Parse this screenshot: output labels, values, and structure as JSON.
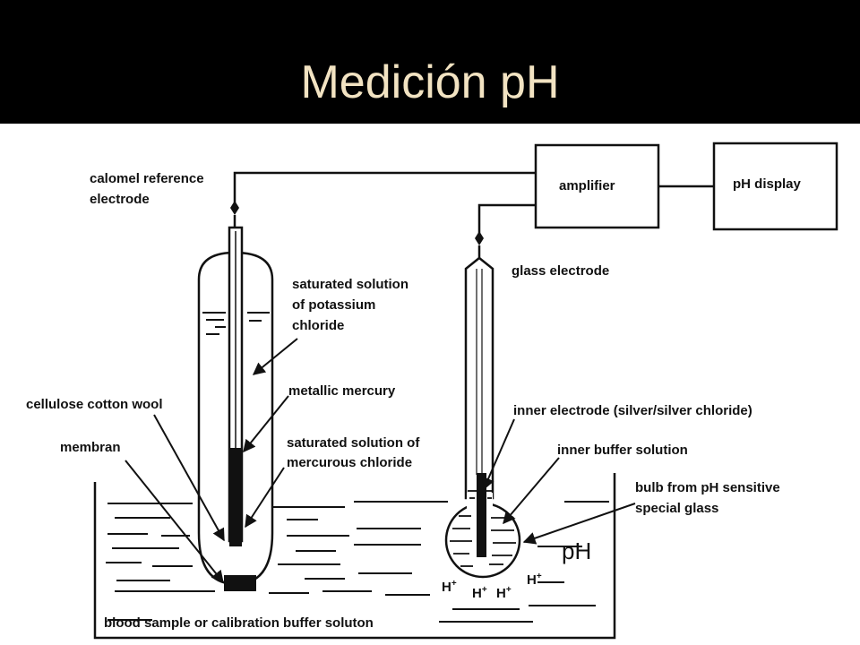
{
  "title": "Medición pH",
  "colors": {
    "title_text": "#f2e3c2",
    "title_bg": "#000000",
    "diagram_bg": "#ffffff",
    "ink": "#111111"
  },
  "labels": {
    "calomel_line1": "calomel reference",
    "calomel_line2": "electrode",
    "amplifier": "amplifier",
    "ph_display": "pH display",
    "glass_electrode": "glass electrode",
    "kcl_line1": "saturated solution",
    "kcl_line2": "of potassium",
    "kcl_line3": "chloride",
    "metallic_mercury": "metallic mercury",
    "cotton_wool": "cellulose cotton wool",
    "merc_chloride_line1": "saturated solution of",
    "merc_chloride_line2": "mercurous chloride",
    "membran": "membran",
    "inner_electrode": "inner electrode (silver/silver chloride)",
    "inner_buffer": "inner buffer solution",
    "bulb_line1": "bulb from pH sensitive",
    "bulb_line2": "special glass",
    "ph_symbol": "pH",
    "ion": "H",
    "ion_charge": "+",
    "sample": "blood sample or calibration buffer soluton"
  }
}
